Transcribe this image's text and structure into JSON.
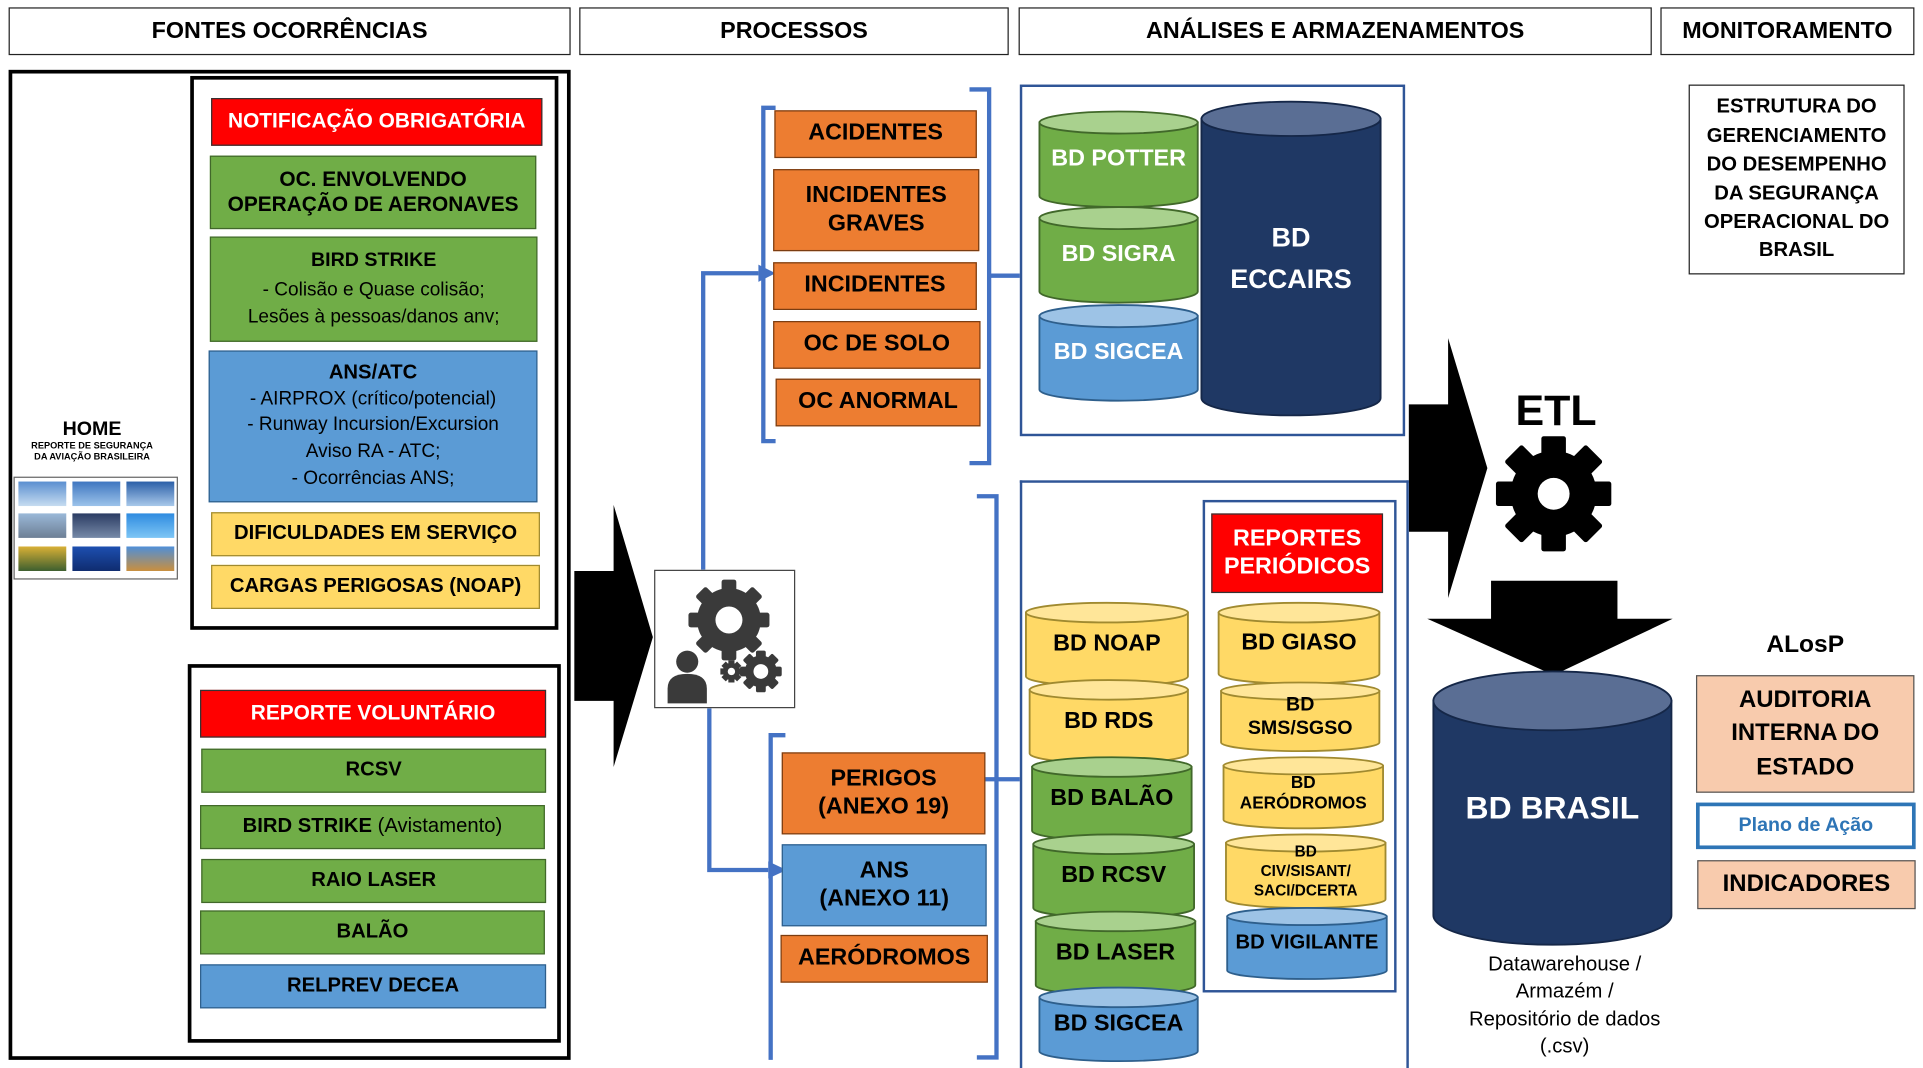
{
  "headers": {
    "fontes": "FONTES OCORRÊNCIAS",
    "processos": "PROCESSOS",
    "analises": "ANÁLISES E ARMAZENAMENTOS",
    "monitoramento": "MONITORAMENTO"
  },
  "home": {
    "title": "HOME",
    "subtitle_line1": "REPORTE DE SEGURANÇA",
    "subtitle_line2": "DA AVIAÇÃO BRASILEIRA"
  },
  "notificacao": {
    "title": "NOTIFICAÇÃO OBRIGATÓRIA",
    "oc_line1": "OC. ENVOLVENDO",
    "oc_line2": "OPERAÇÃO DE AERONAVES",
    "bird_title": "BIRD STRIKE",
    "bird_line1": "- Colisão e Quase colisão;",
    "bird_line2": "Lesões à pessoas/danos anv;",
    "ans_title": "ANS/ATC",
    "ans_line1": "-    AIRPROX (crítico/potencial)",
    "ans_line2": "-    Runway Incursion/Excursion",
    "ans_line3": "Aviso RA - ATC;",
    "ans_line4": "-    Ocorrências ANS;",
    "dificuldades": "DIFICULDADES EM SERVIÇO",
    "cargas": "CARGAS PERIGOSAS (NOAP)"
  },
  "voluntario": {
    "title": "REPORTE VOLUNTÁRIO",
    "rcsv": "RCSV",
    "bird_main": "BIRD STRIKE",
    "bird_sub": " (Avistamento)",
    "raio": "RAIO LASER",
    "balao": "BALÃO",
    "relprev": "RELPREV DECEA"
  },
  "processos_top": {
    "acidentes": "ACIDENTES",
    "incidentes_graves_1": "INCIDENTES",
    "incidentes_graves_2": "GRAVES",
    "incidentes": "INCIDENTES",
    "oc_solo": "OC DE SOLO",
    "oc_anormal": "OC ANORMAL"
  },
  "processos_bottom": {
    "perigos_1": "PERIGOS",
    "perigos_2": "(ANEXO 19)",
    "ans_1": "ANS",
    "ans_2": "(ANEXO 11)",
    "aerodromos": "AERÓDROMOS"
  },
  "bd_top": {
    "potter": "BD POTTER",
    "sigra": "BD SIGRA",
    "sigcea": "BD SIGCEA",
    "eccairs_1": "BD",
    "eccairs_2": "ECCAIRS"
  },
  "bd_bottom": {
    "noap": "BD NOAP",
    "rds": "BD RDS",
    "balao": "BD BALÃO",
    "rcsv": "BD RCSV",
    "laser": "BD LASER",
    "sigcea": "BD SIGCEA"
  },
  "reportes_periodicos": {
    "title_1": "REPORTES",
    "title_2": "PERIÓDICOS",
    "giaso": "BD GIASO",
    "sms_1": "BD",
    "sms_2": "SMS/SGSO",
    "aer_1": "BD",
    "aer_2": "AERÓDROMOS",
    "civ_1": "BD",
    "civ_2": "CIV/SISANT/",
    "civ_3": "SACI/DCERTA",
    "vigilante": "BD VIGILANTE"
  },
  "etl": {
    "label": "ETL"
  },
  "bd_brasil": {
    "label": "BD BRASIL",
    "caption_1": "Datawarehouse /",
    "caption_2": "Armazém /",
    "caption_3": "Repositório de dados",
    "caption_4": "(.csv)"
  },
  "monitor": {
    "estrutura_1": "ESTRUTURA DO",
    "estrutura_2": "GERENCIAMENTO",
    "estrutura_3": "DO  DESEMPENHO",
    "estrutura_4": "DA SEGURANÇA",
    "estrutura_5": "OPERACIONAL DO",
    "estrutura_6": "BRASIL",
    "alosp": "ALosP",
    "auditoria_1": "AUDITORIA",
    "auditoria_2": "INTERNA DO",
    "auditoria_3": "ESTADO",
    "plano": "Plano de Ação",
    "indicadores": "INDICADORES"
  },
  "colors": {
    "red": "#ff0000",
    "green": "#70ad47",
    "blue": "#5b9bd5",
    "yellow": "#ffd966",
    "orange": "#ed7d31",
    "navy": "#1f3864",
    "peach": "#f8cbad",
    "connector": "#4472c4"
  }
}
